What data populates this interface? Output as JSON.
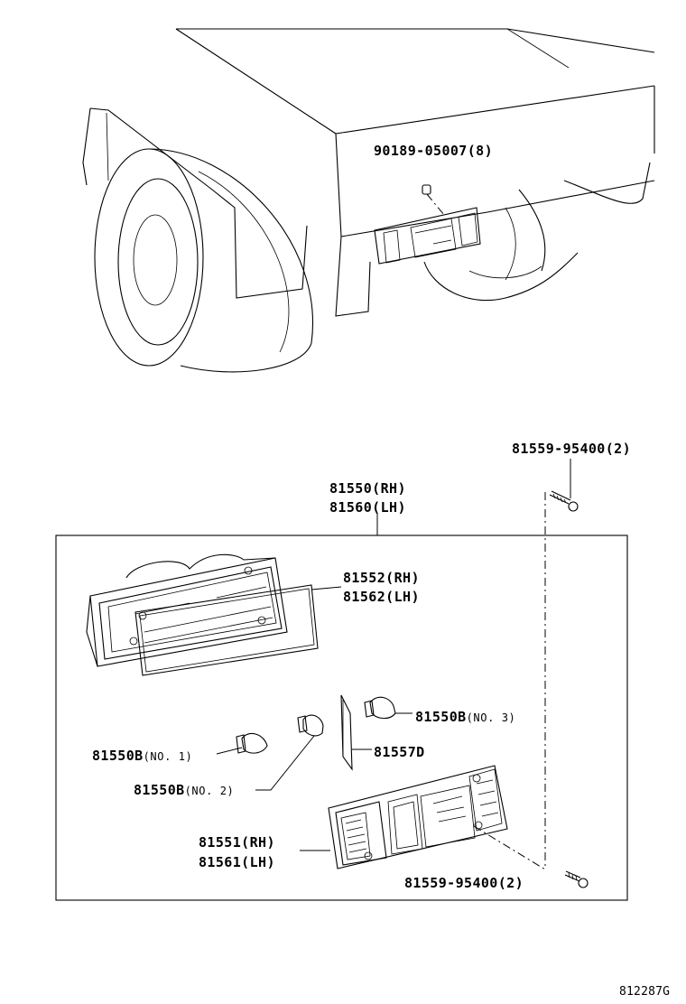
{
  "callouts": {
    "bracket_bolt": "90189-05007(8)",
    "screw_top": "81559-95400(2)",
    "screw_bottom": "81559-95400(2)",
    "assy_rh": "81550(RH)",
    "assy_lh": "81560(LH)",
    "gasket_rh": "81552(RH)",
    "gasket_lh": "81562(LH)",
    "bulb3_part": "81550B",
    "bulb3_no": "(NO. 3)",
    "bulb1_part": "81550B",
    "bulb1_no": "(NO. 1)",
    "bulb2_part": "81550B",
    "bulb2_no": "(NO. 2)",
    "reflector": "81557D",
    "lens_rh": "81551(RH)",
    "lens_lh": "81561(LH)"
  },
  "diagram_ref": "812287G"
}
